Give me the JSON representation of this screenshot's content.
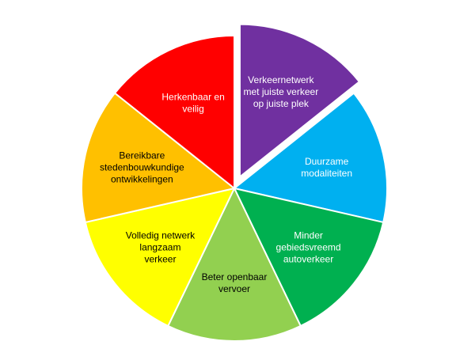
{
  "chart_data": {
    "type": "pie",
    "title": "",
    "start_angle_deg": 0,
    "exploded_index": 0,
    "slices": [
      {
        "label": [
          "Verkeernetwerk",
          "met juiste verkeer",
          "op juiste plek"
        ],
        "value": 1,
        "color": "#7030a0",
        "text_color": "#ffffff"
      },
      {
        "label": [
          "Duurzame",
          "modaliteiten"
        ],
        "value": 1,
        "color": "#00b0f0",
        "text_color": "#ffffff"
      },
      {
        "label": [
          "Minder",
          "gebiedsvreemd",
          "autoverkeer"
        ],
        "value": 1,
        "color": "#00b050",
        "text_color": "#ffffff"
      },
      {
        "label": [
          "Beter openbaar",
          "vervoer"
        ],
        "value": 1,
        "color": "#92d050",
        "text_color": "#000000"
      },
      {
        "label": [
          "Volledig netwerk",
          "langzaam",
          "verkeer"
        ],
        "value": 1,
        "color": "#ffff00",
        "text_color": "#000000"
      },
      {
        "label": [
          "Bereikbare",
          "stedenbouwkundige",
          "ontwikkelingen"
        ],
        "value": 1,
        "color": "#ffc000",
        "text_color": "#000000"
      },
      {
        "label": [
          "Herkenbaar en",
          "veilig"
        ],
        "value": 1,
        "color": "#ff0000",
        "text_color": "#ffffff"
      }
    ]
  }
}
